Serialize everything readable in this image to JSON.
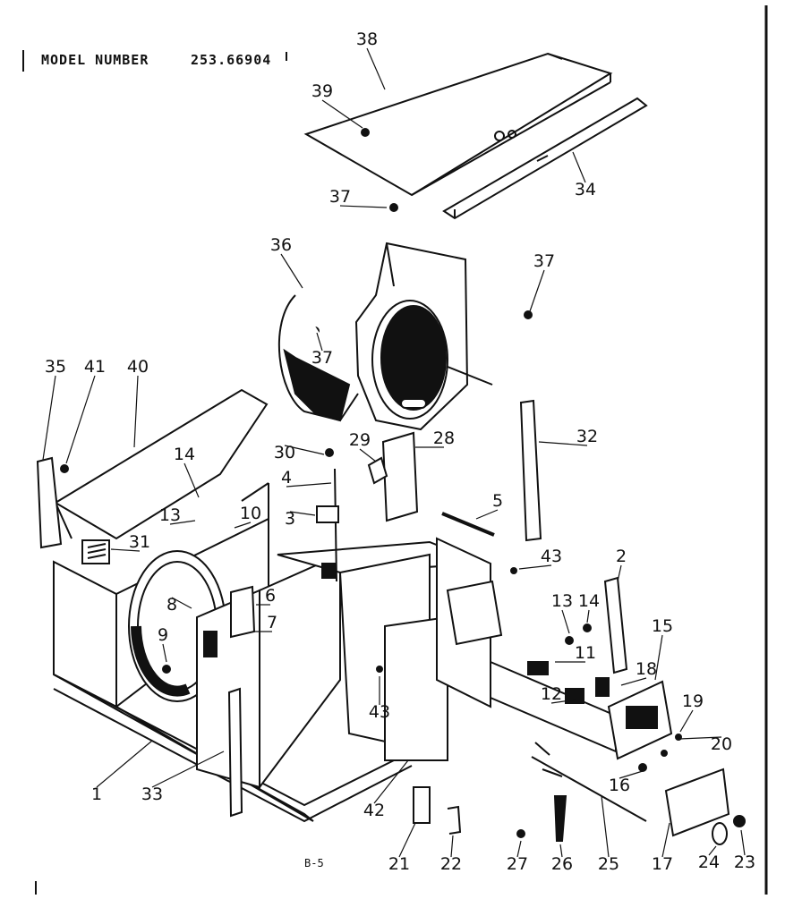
{
  "header": {
    "label": "MODEL NUMBER",
    "model": "253.66904"
  },
  "footer": {
    "page_code": "B-5"
  },
  "callouts": [
    "38",
    "39",
    "34",
    "37",
    "37",
    "36",
    "37",
    "35",
    "41",
    "40",
    "32",
    "30",
    "29",
    "28",
    "14",
    "4",
    "13",
    "3",
    "5",
    "10",
    "31",
    "43",
    "2",
    "13",
    "14",
    "6",
    "8",
    "7",
    "9",
    "11",
    "15",
    "18",
    "12",
    "19",
    "20",
    "43",
    "1",
    "33",
    "42",
    "16",
    "21",
    "22",
    "27",
    "26",
    "25",
    "17",
    "24",
    "23"
  ],
  "colors": {
    "ink": "#111111",
    "paper": "#ffffff"
  }
}
